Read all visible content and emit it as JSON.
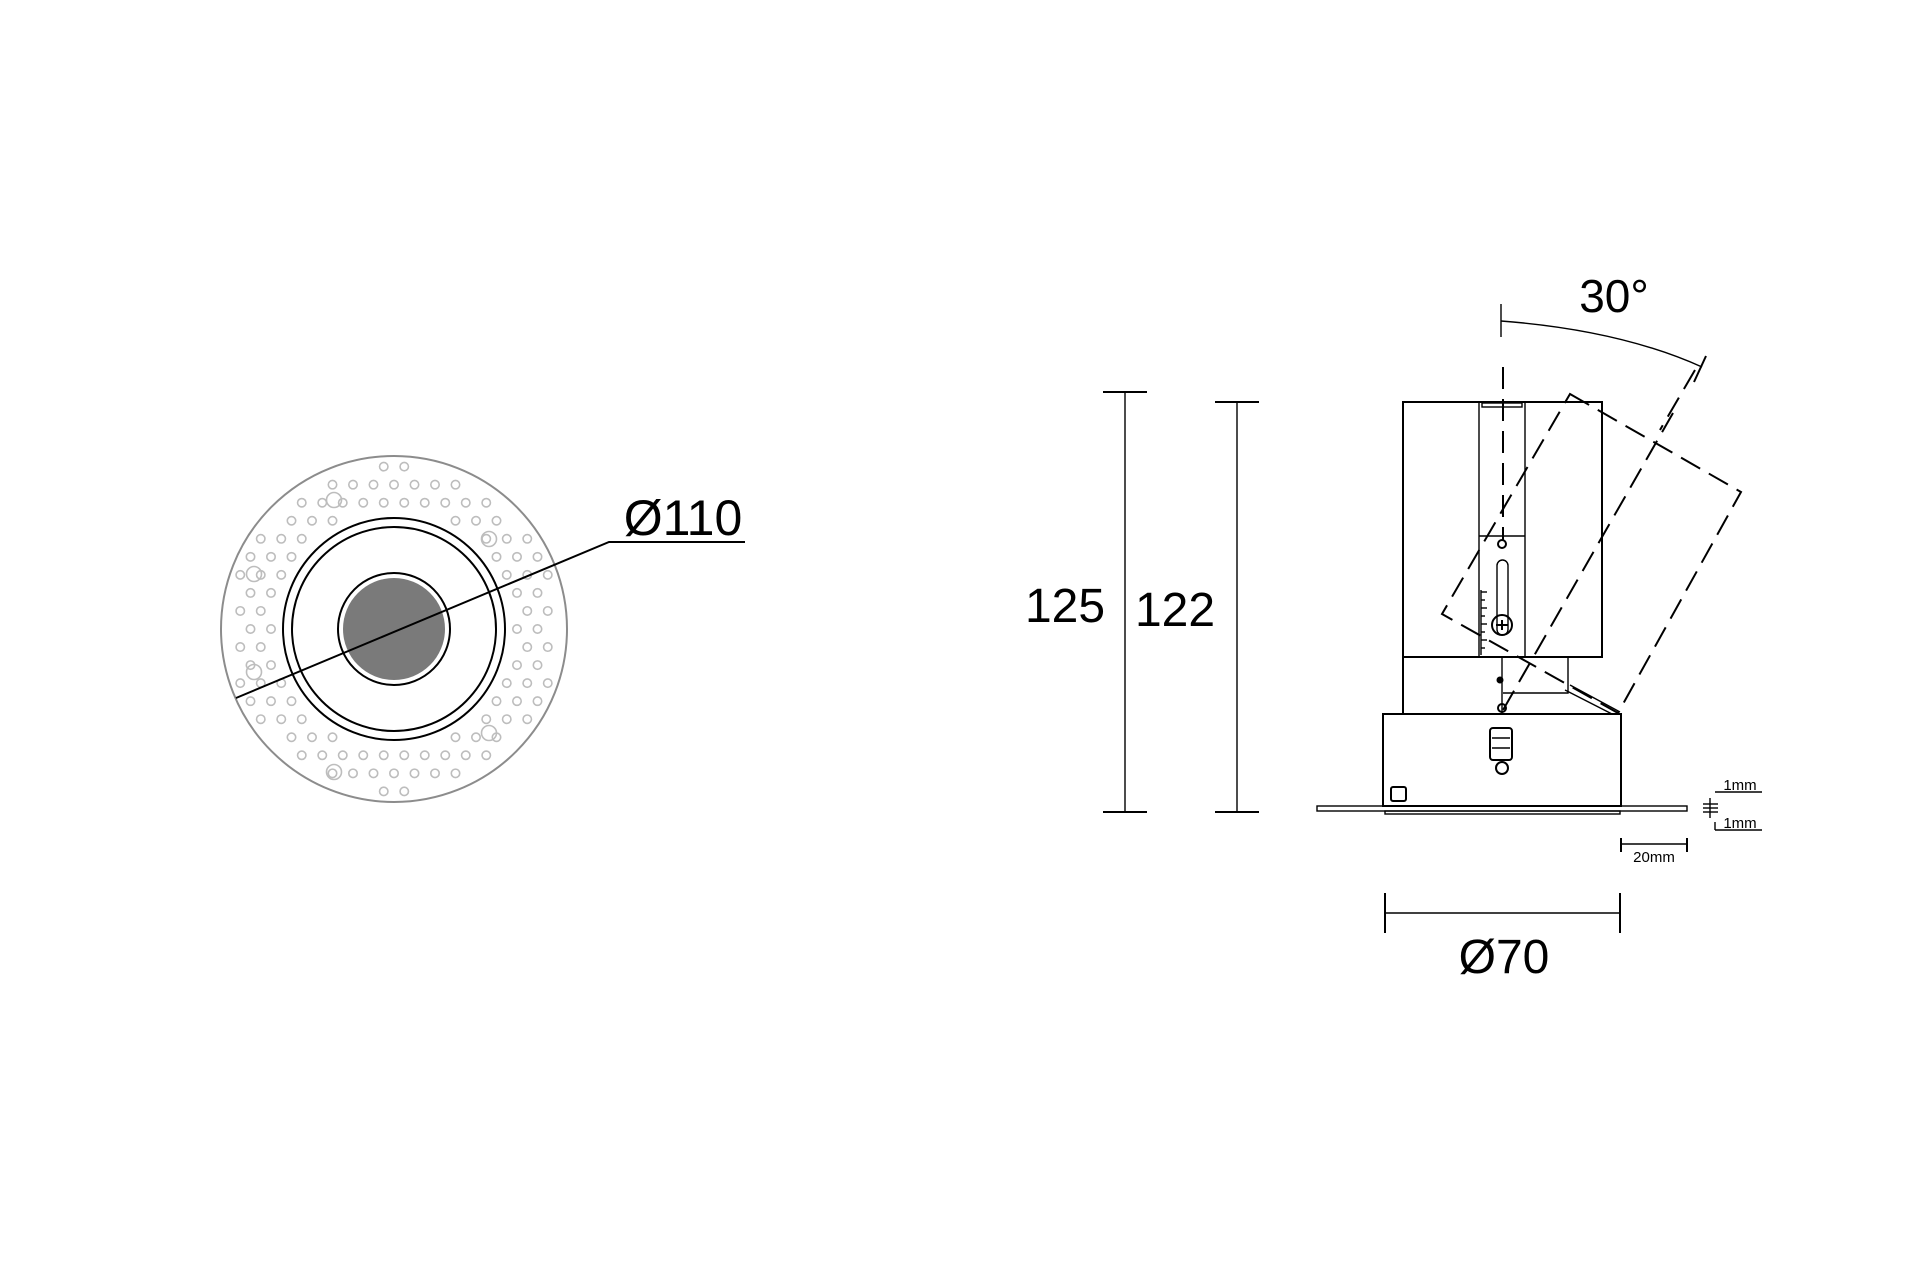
{
  "top_view": {
    "diameter_label": "Ø110"
  },
  "side_view": {
    "tilt_angle_label": "30°",
    "overall_height_label": "125",
    "body_height_label": "122",
    "cutout_diameter_label": "Ø70",
    "flange_thickness_label_top": "1mm",
    "flange_thickness_label_bottom": "1mm",
    "flange_width_label": "20mm"
  },
  "colors": {
    "line": "#000000",
    "perforation": "#bdbdbd",
    "lens": "#7a7a7a"
  }
}
